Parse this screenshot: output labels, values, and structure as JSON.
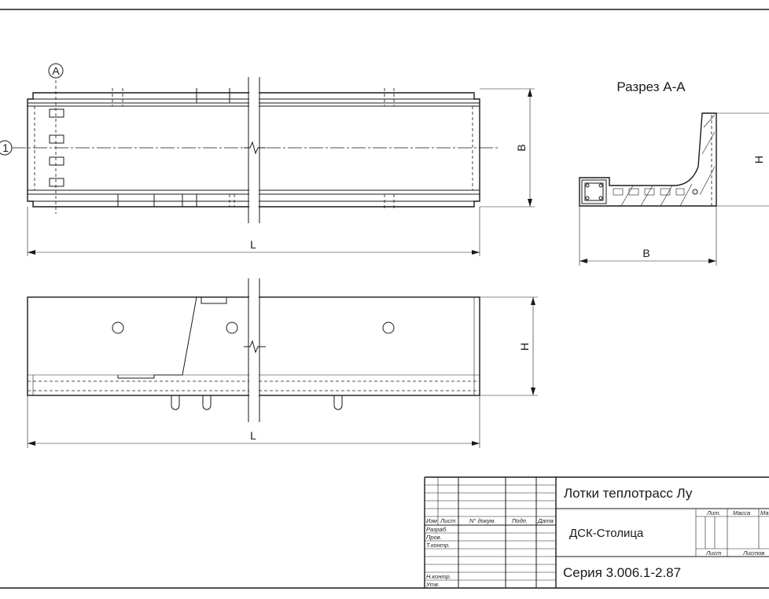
{
  "drawing": {
    "section_label": "Разрез А-А",
    "section_marker": "А",
    "axis_marker": "1"
  },
  "dimensions": {
    "plan_length": "L",
    "plan_width": "B",
    "elevation_length": "L",
    "elevation_height": "H",
    "section_width": "B",
    "section_height": "H"
  },
  "title_block": {
    "title": "Лотки теплотрасс Лу",
    "organization": "ДСК-Столица",
    "series": "Серия 3.006.1-2.87",
    "header_columns": [
      "Изм",
      "Лист",
      "N° докум.",
      "Подп.",
      "Дата"
    ],
    "roles": [
      "Разраб.",
      "Пров.",
      "Т.контр.",
      "Н.контр.",
      "Утв."
    ],
    "info_columns": [
      "Лит.",
      "Масса",
      "Ма"
    ],
    "sheet_columns": [
      "Лист",
      "Листов"
    ]
  }
}
